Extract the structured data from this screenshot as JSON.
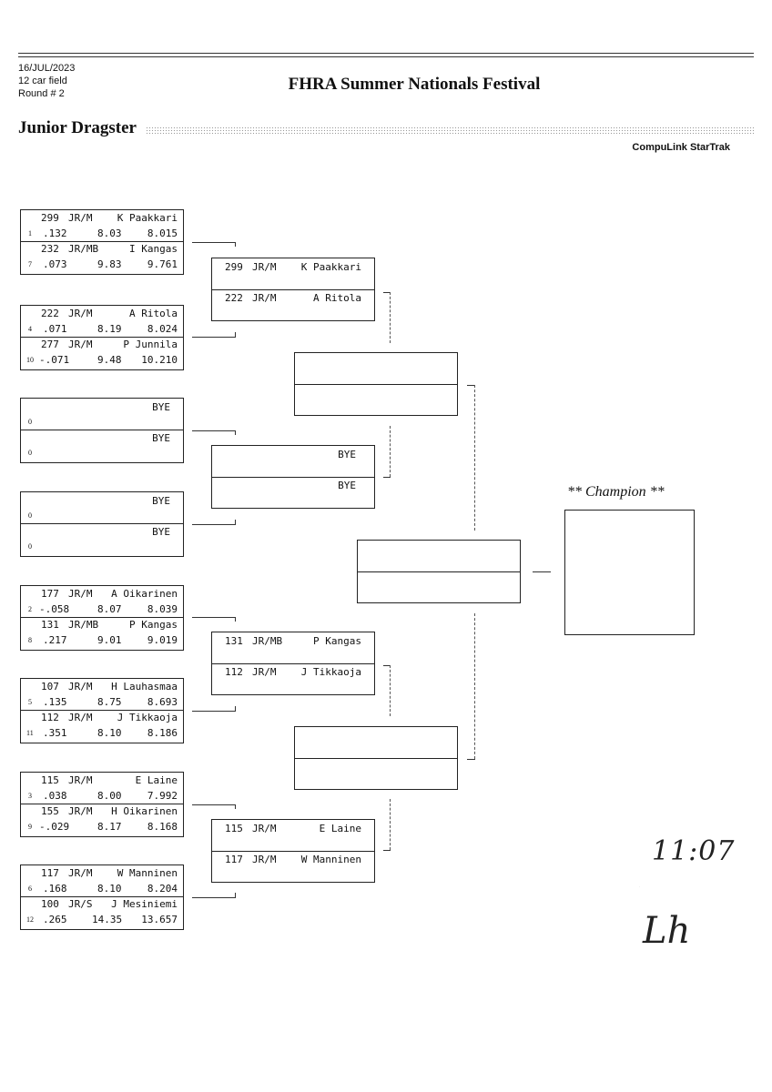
{
  "header": {
    "date": "16/JUL/2023",
    "field": "12 car field",
    "round": "Round # 2",
    "event_title": "FHRA Summer Nationals Festival",
    "class_title": "Junior Dragster",
    "software": "CompuLink StarTrak"
  },
  "round1": [
    {
      "top": {
        "car": "299",
        "cls": "JR/M",
        "name": "K Paakkari",
        "lane": "1",
        "rt": ".132",
        "et": "8.03",
        "dial": "8.015"
      },
      "bottom": {
        "car": "232",
        "cls": "JR/MB",
        "name": "I Kangas",
        "lane": "7",
        "rt": ".073",
        "et": "9.83",
        "dial": "9.761"
      }
    },
    {
      "top": {
        "car": "222",
        "cls": "JR/M",
        "name": "A Ritola",
        "lane": "4",
        "rt": ".071",
        "et": "8.19",
        "dial": "8.024"
      },
      "bottom": {
        "car": "277",
        "cls": "JR/M",
        "name": "P Junnila",
        "lane": "10",
        "rt": "-.071",
        "et": "9.48",
        "dial": "10.210"
      }
    },
    {
      "top": {
        "car": "",
        "cls": "",
        "name": "BYE",
        "lane": "0",
        "rt": "",
        "et": "",
        "dial": ""
      },
      "bottom": {
        "car": "",
        "cls": "",
        "name": "BYE",
        "lane": "0",
        "rt": "",
        "et": "",
        "dial": ""
      }
    },
    {
      "top": {
        "car": "",
        "cls": "",
        "name": "BYE",
        "lane": "0",
        "rt": "",
        "et": "",
        "dial": ""
      },
      "bottom": {
        "car": "",
        "cls": "",
        "name": "BYE",
        "lane": "0",
        "rt": "",
        "et": "",
        "dial": ""
      }
    },
    {
      "top": {
        "car": "177",
        "cls": "JR/M",
        "name": "A Oikarinen",
        "lane": "2",
        "rt": "-.058",
        "et": "8.07",
        "dial": "8.039"
      },
      "bottom": {
        "car": "131",
        "cls": "JR/MB",
        "name": "P Kangas",
        "lane": "8",
        "rt": ".217",
        "et": "9.01",
        "dial": "9.019"
      }
    },
    {
      "top": {
        "car": "107",
        "cls": "JR/M",
        "name": "H Lauhasmaa",
        "lane": "5",
        "rt": ".135",
        "et": "8.75",
        "dial": "8.693"
      },
      "bottom": {
        "car": "112",
        "cls": "JR/M",
        "name": "J Tikkaoja",
        "lane": "11",
        "rt": ".351",
        "et": "8.10",
        "dial": "8.186"
      }
    },
    {
      "top": {
        "car": "115",
        "cls": "JR/M",
        "name": "E Laine",
        "lane": "3",
        "rt": ".038",
        "et": "8.00",
        "dial": "7.992"
      },
      "bottom": {
        "car": "155",
        "cls": "JR/M",
        "name": "H Oikarinen",
        "lane": "9",
        "rt": "-.029",
        "et": "8.17",
        "dial": "8.168"
      }
    },
    {
      "top": {
        "car": "117",
        "cls": "JR/M",
        "name": "W Manninen",
        "lane": "6",
        "rt": ".168",
        "et": "8.10",
        "dial": "8.204"
      },
      "bottom": {
        "car": "100",
        "cls": "JR/S",
        "name": "J Mesiniemi",
        "lane": "12",
        "rt": ".265",
        "et": "14.35",
        "dial": "13.657"
      }
    }
  ],
  "round2": [
    {
      "top": {
        "car": "299",
        "cls": "JR/M",
        "name": "K Paakkari"
      },
      "bottom": {
        "car": "222",
        "cls": "JR/M",
        "name": "A Ritola"
      }
    },
    {
      "top": {
        "car": "",
        "cls": "",
        "name": "BYE"
      },
      "bottom": {
        "car": "",
        "cls": "",
        "name": "BYE"
      }
    },
    {
      "top": {
        "car": "131",
        "cls": "JR/MB",
        "name": "P Kangas"
      },
      "bottom": {
        "car": "112",
        "cls": "JR/M",
        "name": "J Tikkaoja"
      }
    },
    {
      "top": {
        "car": "115",
        "cls": "JR/M",
        "name": "E Laine"
      },
      "bottom": {
        "car": "117",
        "cls": "JR/M",
        "name": "W Manninen"
      }
    }
  ],
  "champion_label": "** Champion **",
  "handwriting": {
    "time": "11:07",
    "initials": "Lh"
  }
}
